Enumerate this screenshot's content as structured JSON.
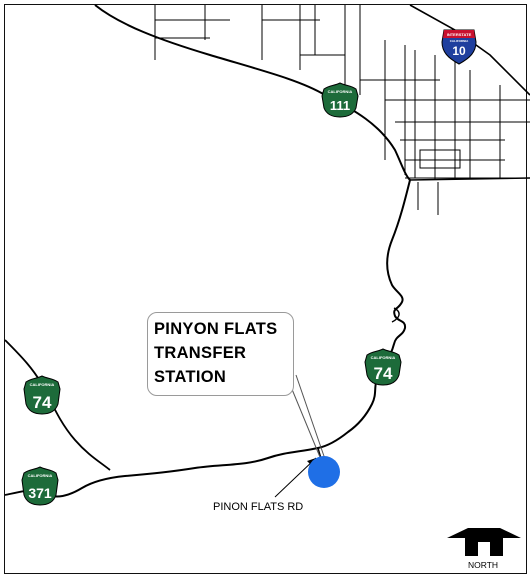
{
  "map": {
    "callout": {
      "lines": [
        "PINYON FLATS",
        "TRANSFER",
        "STATION"
      ]
    },
    "road_label": "PINON FLATS RD",
    "north_label": "NORTH",
    "shields": {
      "interstate": {
        "top": "INTERSTATE",
        "sub": "CALIFORNIA",
        "number": "10"
      },
      "sr111": {
        "state": "CALIFORNIA",
        "number": "111"
      },
      "sr74_east": {
        "state": "CALIFORNIA",
        "number": "74"
      },
      "sr74_west": {
        "state": "CALIFORNIA",
        "number": "74"
      },
      "sr371": {
        "state": "CALIFORNIA",
        "number": "371"
      }
    },
    "colors": {
      "road": "#000000",
      "state_shield": "#1d6b3a",
      "interstate_blue": "#1f3f9e",
      "interstate_red": "#c8102e",
      "site_marker": "#1f6fe6"
    }
  }
}
